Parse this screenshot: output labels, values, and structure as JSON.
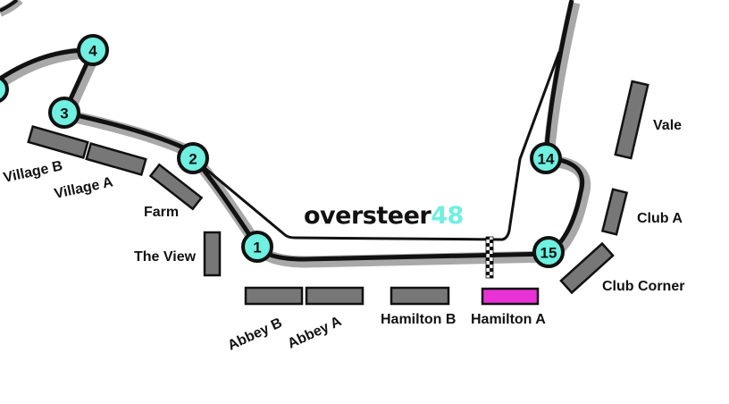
{
  "logo": {
    "text_main": "oversteer",
    "text_accent": "48",
    "accent_color": "#6ff0e0"
  },
  "colors": {
    "turn_marker": "#6ff0e0",
    "grandstand": "#777777",
    "highlighted_grandstand": "#e832d6",
    "track_edge": "#a8a8a8"
  },
  "turns": [
    "1",
    "2",
    "3",
    "4",
    "14",
    "15"
  ],
  "grandstands": [
    {
      "label": "Village B",
      "highlighted": false
    },
    {
      "label": "Village A",
      "highlighted": false
    },
    {
      "label": "Farm",
      "highlighted": false
    },
    {
      "label": "The View",
      "highlighted": false
    },
    {
      "label": "Abbey B",
      "highlighted": false
    },
    {
      "label": "Abbey A",
      "highlighted": false
    },
    {
      "label": "Hamilton B",
      "highlighted": false
    },
    {
      "label": "Hamilton A",
      "highlighted": true
    },
    {
      "label": "Vale",
      "highlighted": false
    },
    {
      "label": "Club A",
      "highlighted": false
    },
    {
      "label": "Club Corner",
      "highlighted": false
    }
  ]
}
